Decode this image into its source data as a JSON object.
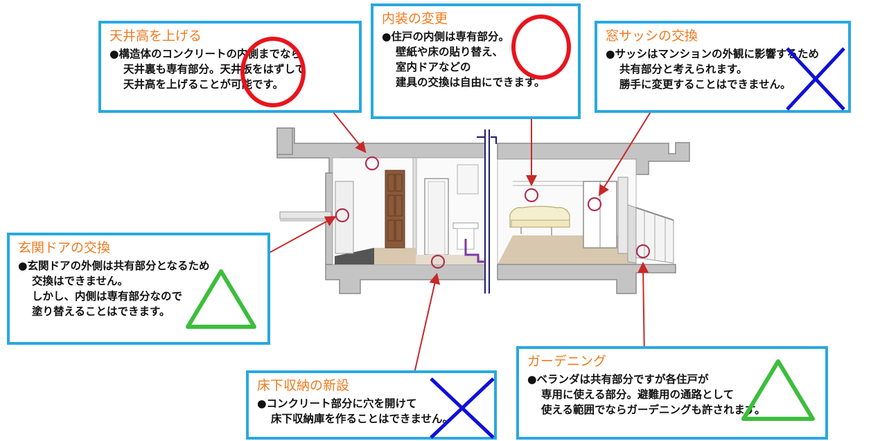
{
  "callouts": {
    "ceiling": {
      "title": "天井高を上げる",
      "lines": [
        "●構造体のコンクリートの内側までなら",
        "天井裏も専有部分。天井板をはずして",
        "天井高を上げることが可能です。"
      ],
      "verdict": "circle"
    },
    "interior": {
      "title": "内装の変更",
      "lines": [
        "●住戸の内側は専有部分。",
        "壁紙や床の貼り替え、",
        "室内ドアなどの",
        "建具の交換は自由にできます。"
      ],
      "verdict": "circle"
    },
    "window": {
      "title": "窓サッシの交換",
      "lines": [
        "●サッシはマンションの外観に影響するため",
        "共有部分と考えられます。",
        "勝手に変更することはできません。"
      ],
      "verdict": "cross"
    },
    "entrance": {
      "title": "玄関ドアの交換",
      "lines": [
        "●玄関ドアの外側は共有部分となるため",
        "交換はできません。",
        "しかし、内側は専有部分なので",
        "塗り替えることはできます。"
      ],
      "verdict": "triangle"
    },
    "underfloor": {
      "title": "床下収納の新設",
      "lines": [
        "●コンクリート部分に穴を開けて",
        "床下収納庫を作ることはできません。"
      ],
      "verdict": "cross"
    },
    "gardening": {
      "title": "ガーデニング",
      "lines": [
        "●ベランダは共有部分ですが各住戸が",
        "専用に使える部分。避難用の通路として",
        "使える範囲でならガーデニングも許されます。"
      ],
      "verdict": "triangle"
    }
  },
  "colors": {
    "box_border": "#29a8e0",
    "title": "#f07a1e",
    "arrow": "#c82828",
    "marker": "#b03050",
    "circle_mark": "#e8141e",
    "cross_mark": "#1010d8",
    "triangle_mark": "#3cbe3c",
    "wall": "#8c8c8c",
    "wall_fill": "#c4c4c4",
    "floor": "#d8c8b0",
    "door": "#8a5a3a",
    "pipe": "#1c1c6e",
    "drain": "#7a3aa0"
  }
}
